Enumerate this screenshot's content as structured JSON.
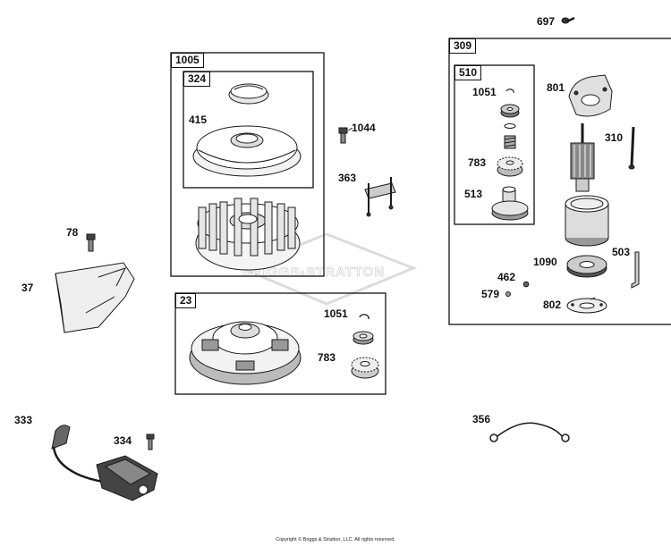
{
  "watermark": {
    "left": "BRIGGS",
    "amp": "&",
    "right": "STRATTON"
  },
  "copyright": "Copyright © Briggs & Stratton, LLC. All rights reserved.",
  "boxes": {
    "b1005": "1005",
    "b324": "324",
    "b23": "23",
    "b309": "309",
    "b510": "510"
  },
  "parts": {
    "p697": "697",
    "p415": "415",
    "p1044": "1044",
    "p363": "363",
    "p78": "78",
    "p37": "37",
    "p1051a": "1051",
    "p783a": "783",
    "p333": "333",
    "p334": "334",
    "p356": "356",
    "p1051b": "1051",
    "p801": "801",
    "p310": "310",
    "p783b": "783",
    "p513": "513",
    "p503": "503",
    "p1090": "1090",
    "p462": "462",
    "p579": "579",
    "p802": "802"
  }
}
